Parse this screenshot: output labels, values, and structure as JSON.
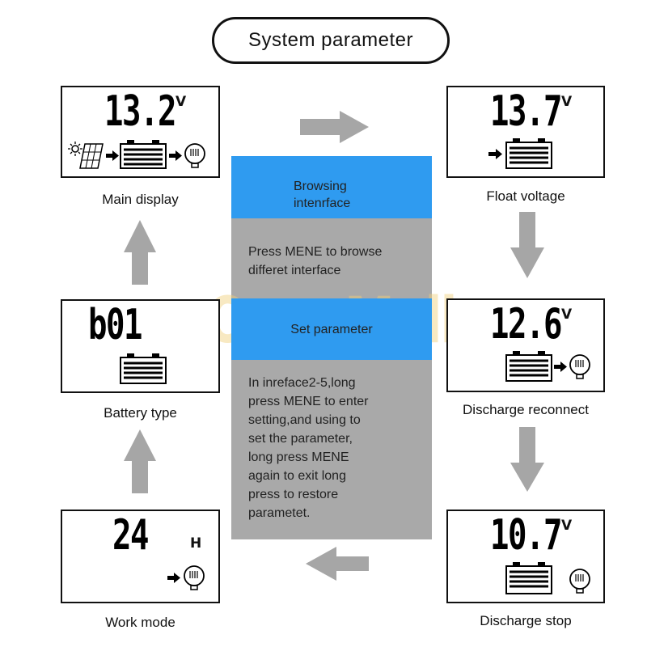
{
  "title": "System parameter",
  "center": {
    "band1_line1": "Browsing",
    "band1_line2": "intenrface",
    "browse_line1": "Press MENE to browse",
    "browse_line2": "differet interface",
    "band2": "Set parameter",
    "set_lines": [
      "In inreface2-5,long",
      "press MENE to enter",
      "setting,and using to",
      "set the parameter,",
      "long press MENE",
      "again to exit long",
      "press to restore",
      "parametet."
    ]
  },
  "watermark": "OvenMall",
  "panels": {
    "main": {
      "reading": "13.2",
      "unit": "V",
      "caption": "Main display"
    },
    "float": {
      "reading": "13.7",
      "unit": "V",
      "caption": "Float voltage"
    },
    "reconnect": {
      "reading": "12.6",
      "unit": "V",
      "caption": "Discharge reconnect"
    },
    "stop": {
      "reading": "10.7",
      "unit": "V",
      "caption": "Discharge stop"
    },
    "battery": {
      "reading": "b01",
      "caption": "Battery type"
    },
    "work": {
      "reading": "24",
      "unit": "H",
      "caption": "Work mode"
    }
  },
  "colors": {
    "band": "#2f9bf0",
    "center": "#a9a9a9",
    "arrow": "#a6a6a6"
  }
}
